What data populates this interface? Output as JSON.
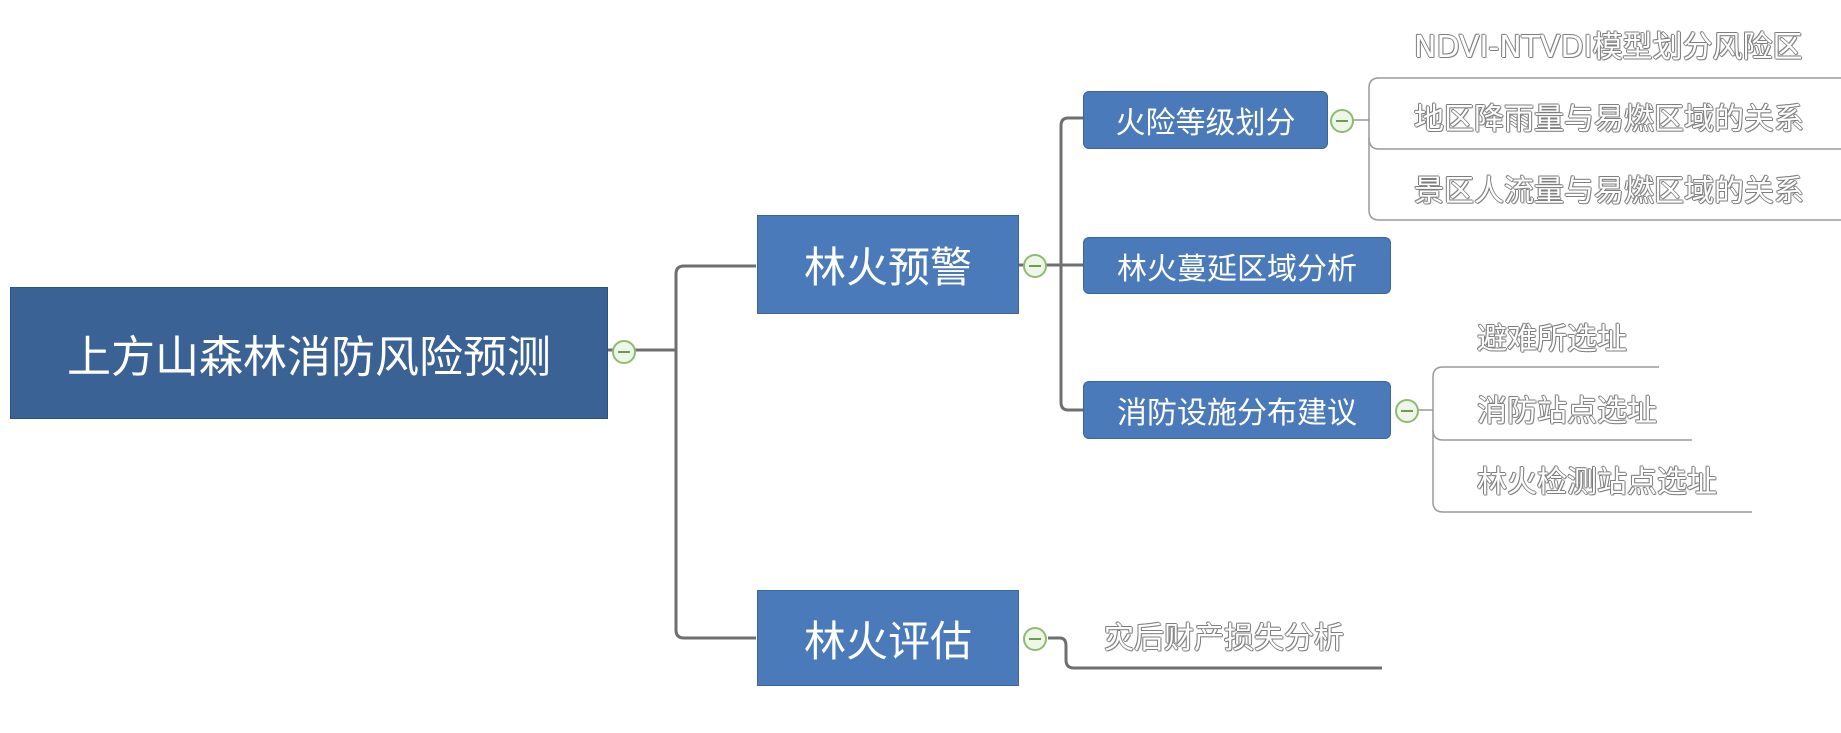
{
  "mindmap": {
    "root": {
      "label": "上方山森林消防风险预测"
    },
    "branches": [
      {
        "label": "林火预警",
        "children": [
          {
            "label": "火险等级划分",
            "children": [
              {
                "label": "NDVI-NTVDI模型划分风险区"
              },
              {
                "label": "地区降雨量与易燃区域的关系"
              },
              {
                "label": "景区人流量与易燃区域的关系"
              }
            ]
          },
          {
            "label": "林火蔓延区域分析"
          },
          {
            "label": "消防设施分布建议",
            "children": [
              {
                "label": "避难所选址"
              },
              {
                "label": "消防站点选址"
              },
              {
                "label": "林火检测站点选址"
              }
            ]
          }
        ]
      },
      {
        "label": "林火评估",
        "children": [
          {
            "label": "灾后财产损失分析"
          }
        ]
      }
    ]
  },
  "colors": {
    "root_fill": "#3a6294",
    "node_fill": "#4a7ab9",
    "connector": "#6f6f6f",
    "toggle_fill": "#eef6e7",
    "toggle_border": "#8fba76"
  }
}
